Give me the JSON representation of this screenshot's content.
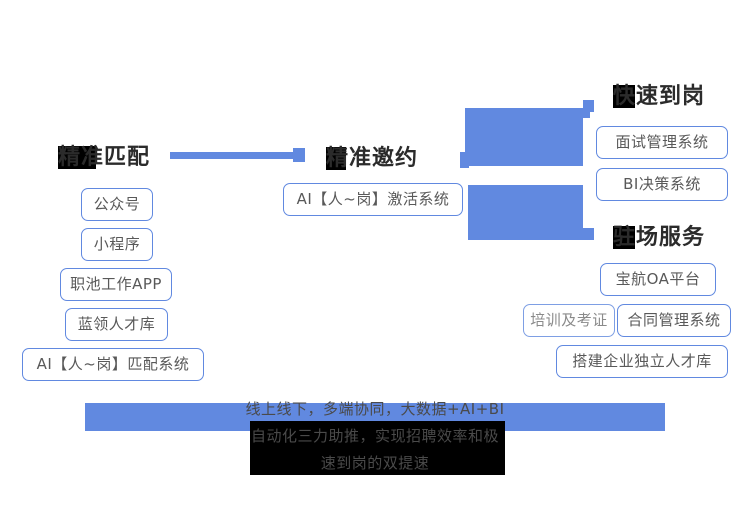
{
  "colors": {
    "accent_blue": "#6189E0",
    "box_text": "#595959",
    "heading_text": "#2b2b2b",
    "overlay_black": "#000000",
    "page_background": "#ffffff"
  },
  "headings": {
    "precise_match": "精准匹配",
    "precise_invite": "精准邀约",
    "fast_onboard": "快速到岗",
    "onsite_service": "驻场服务"
  },
  "columns": {
    "precise_match_items": [
      {
        "label": "公众号"
      },
      {
        "label": "小程序"
      },
      {
        "label": "职池工作APP"
      },
      {
        "label": "蓝领人才库"
      },
      {
        "label": "AI【人~岗】匹配系统"
      }
    ],
    "precise_invite_items": [
      {
        "label": "AI【人~岗】激活系统"
      }
    ],
    "fast_onboard_items": [
      {
        "label": "面试管理系统"
      },
      {
        "label": "BI决策系统"
      }
    ],
    "onsite_service_items": [
      {
        "label": "宝航OA平台"
      },
      {
        "label": "培训及考证"
      },
      {
        "label": "合同管理系统"
      },
      {
        "label": "搭建企业独立人才库"
      }
    ]
  },
  "caption": {
    "line1": "线上线下，多端协同，大数据+AI+BI",
    "line2": "自动化三力助推，实现招聘效率和极",
    "line3": "速到岗的双提速"
  }
}
